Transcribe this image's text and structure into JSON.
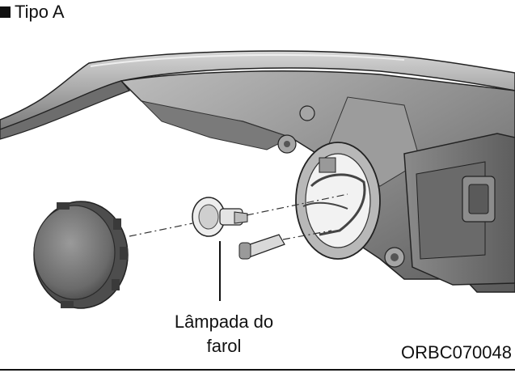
{
  "header": {
    "title": "Tipo A"
  },
  "callout": {
    "label_line1": "Lâmpada do",
    "label_line2": "farol"
  },
  "figure": {
    "code": "ORBC070048"
  },
  "icons": {
    "title_bullet": "square-bullet-icon"
  },
  "colors": {
    "metal_dark": "#4a4a4a",
    "metal_mid": "#8a8a8a",
    "metal_light": "#c8c8c8",
    "background": "#ffffff",
    "text": "#111111"
  }
}
